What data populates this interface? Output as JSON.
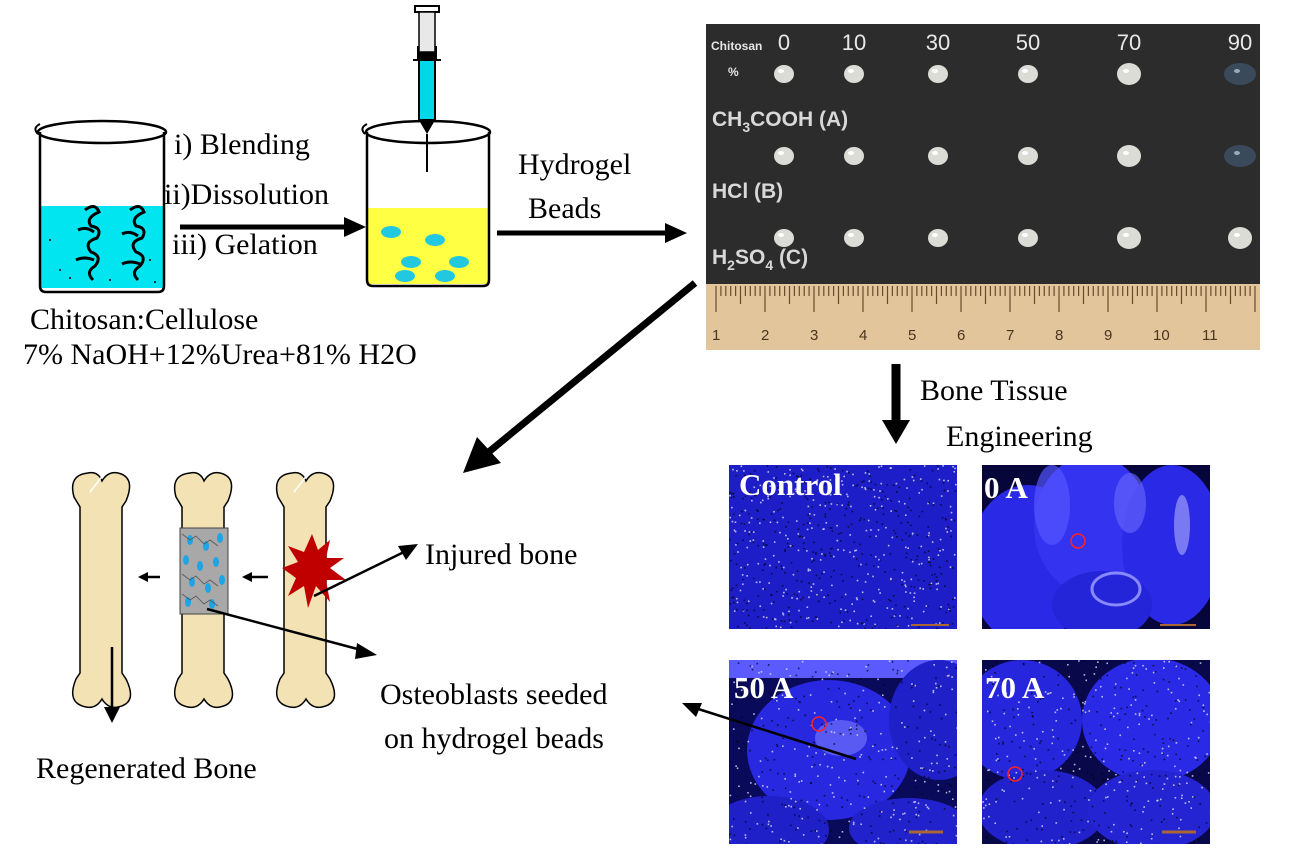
{
  "process": {
    "steps": [
      "i) Blending",
      "ii)Dissolution",
      "iii) Gelation"
    ],
    "hydrogel_label": [
      "Hydrogel",
      "Beads"
    ],
    "blend_label": "Chitosan:Cellulose",
    "solvent_label": "7% NaOH+12%Urea+81% H2O"
  },
  "photo": {
    "header_label": [
      "Chitosan",
      "%"
    ],
    "percentages": [
      "0",
      "10",
      "30",
      "50",
      "70",
      "90"
    ],
    "rows": [
      {
        "label_parts": [
          "CH",
          "3",
          "COOH (A)"
        ]
      },
      {
        "label_parts": [
          "HCl (B)"
        ]
      },
      {
        "label_parts": [
          "H",
          "2",
          "SO",
          "4",
          " (C)"
        ]
      }
    ],
    "ruler_numbers": [
      "1",
      "2",
      "3",
      "4",
      "5",
      "6",
      "7",
      "8",
      "9",
      "10",
      "11"
    ]
  },
  "bone_tissue_label": [
    "Bone Tissue",
    "Engineering"
  ],
  "micrographs": [
    {
      "label": "Control"
    },
    {
      "label": "0 A"
    },
    {
      "label": "50 A"
    },
    {
      "label": "70 A"
    }
  ],
  "bones": {
    "injured_label": "Injured bone",
    "osteoblast_label": [
      "Osteoblasts seeded",
      "on hydrogel beads"
    ],
    "regenerated_label": "Regenerated Bone"
  },
  "colors": {
    "solution_cyan": "#00e5f0",
    "gel_yellow": "#ffff44",
    "bone_fill": "#f2e2b4",
    "injury_red": "#c00000",
    "micro_blue": "#2020e0",
    "photo_bg": "#2c2c2c"
  }
}
